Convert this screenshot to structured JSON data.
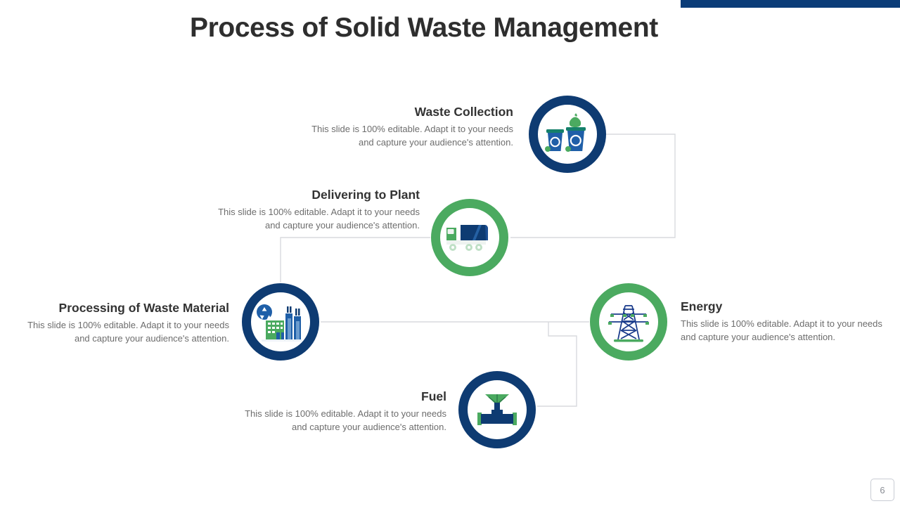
{
  "slide": {
    "title": "Process of Solid Waste Management",
    "page_number": "6",
    "accent_color": "#0B3C78",
    "green_color": "#4BAA60",
    "blue_color": "#0E3B72",
    "connector_color": "#d8dade"
  },
  "nodes": [
    {
      "id": "waste-collection",
      "title": "Waste Collection",
      "description": "This slide is 100% editable. Adapt it to your needs and capture your audience's attention.",
      "ring": "blue",
      "icon": "trash-bins-icon",
      "text_align": "right"
    },
    {
      "id": "delivering-to-plant",
      "title": "Delivering to Plant",
      "description": "This slide is 100% editable. Adapt it to your needs and capture your audience's attention.",
      "ring": "green",
      "icon": "garbage-truck-icon",
      "text_align": "right"
    },
    {
      "id": "processing-of-waste-material",
      "title": "Processing of Waste Material",
      "description": "This slide is 100% editable. Adapt it to your needs and capture your audience's attention.",
      "ring": "blue",
      "icon": "recycling-plant-icon",
      "text_align": "right"
    },
    {
      "id": "energy",
      "title": "Energy",
      "description": "This slide is 100% editable. Adapt it to your needs and capture your audience's attention.",
      "ring": "green",
      "icon": "power-pylon-icon",
      "text_align": "left"
    },
    {
      "id": "fuel",
      "title": "Fuel",
      "description": "This slide is 100% editable. Adapt it to your needs and capture your audience's attention.",
      "ring": "blue",
      "icon": "pipeline-valve-icon",
      "text_align": "right"
    }
  ]
}
